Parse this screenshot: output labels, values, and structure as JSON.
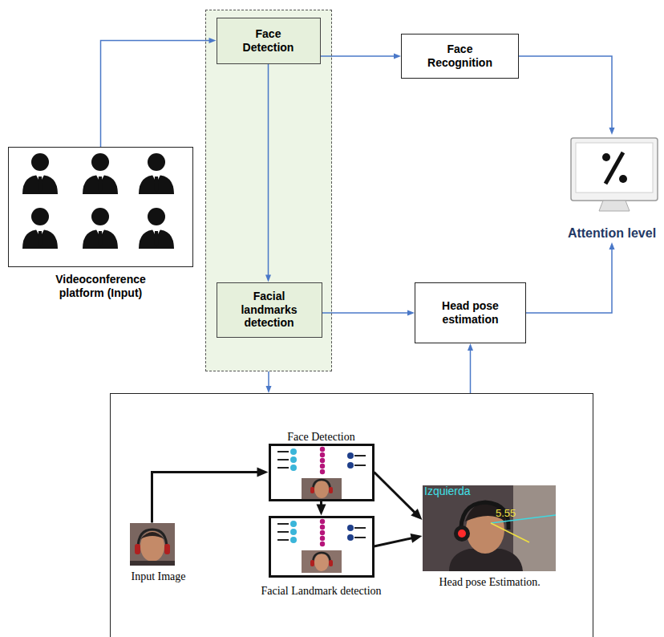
{
  "diagram": {
    "nodes": [
      {
        "text": [
          "Videoconference platform (Input)"
        ]
      },
      {
        "text": []
      },
      {
        "text": [
          "Face Detection"
        ],
        "in": 1
      },
      {
        "text": [
          "Facial landmarks detection"
        ],
        "in": 1
      },
      {
        "text": [
          "Face Recognition"
        ]
      },
      {
        "text": [
          "Head pose estimation"
        ]
      },
      {
        "text": [
          "Attention level"
        ]
      },
      {
        "text": []
      },
      {
        "text": [
          "Input Image"
        ],
        "in": 7
      },
      {
        "text": [
          "Face Detection"
        ],
        "in": 7
      },
      {
        "text": [
          "Facial Landmark detection"
        ],
        "in": 7
      },
      {
        "text": [
          "Head pose Estimation."
        ],
        "in": 7
      }
    ],
    "edges": [
      {
        "from": 0,
        "to": 2,
        "arrow": "to"
      },
      {
        "from": 2,
        "to": 4,
        "arrow": "to"
      },
      {
        "from": 2,
        "to": 3,
        "arrow": "to"
      },
      {
        "from": 4,
        "to": 6,
        "arrow": "to"
      },
      {
        "from": 3,
        "to": 5,
        "arrow": "to"
      },
      {
        "from": 5,
        "to": 6,
        "arrow": "to"
      },
      {
        "from": 1,
        "to": 7,
        "arrow": "to"
      },
      {
        "from": 7,
        "to": 5,
        "arrow": "to"
      },
      {
        "from": 8,
        "to": 9,
        "arrow": "to"
      },
      {
        "from": 9,
        "to": 10,
        "arrow": "to"
      },
      {
        "from": 9,
        "to": 11,
        "arrow": "to"
      },
      {
        "from": 10,
        "to": 11,
        "arrow": "to"
      }
    ],
    "labels": [
      "Izquierda",
      "5.55"
    ]
  }
}
